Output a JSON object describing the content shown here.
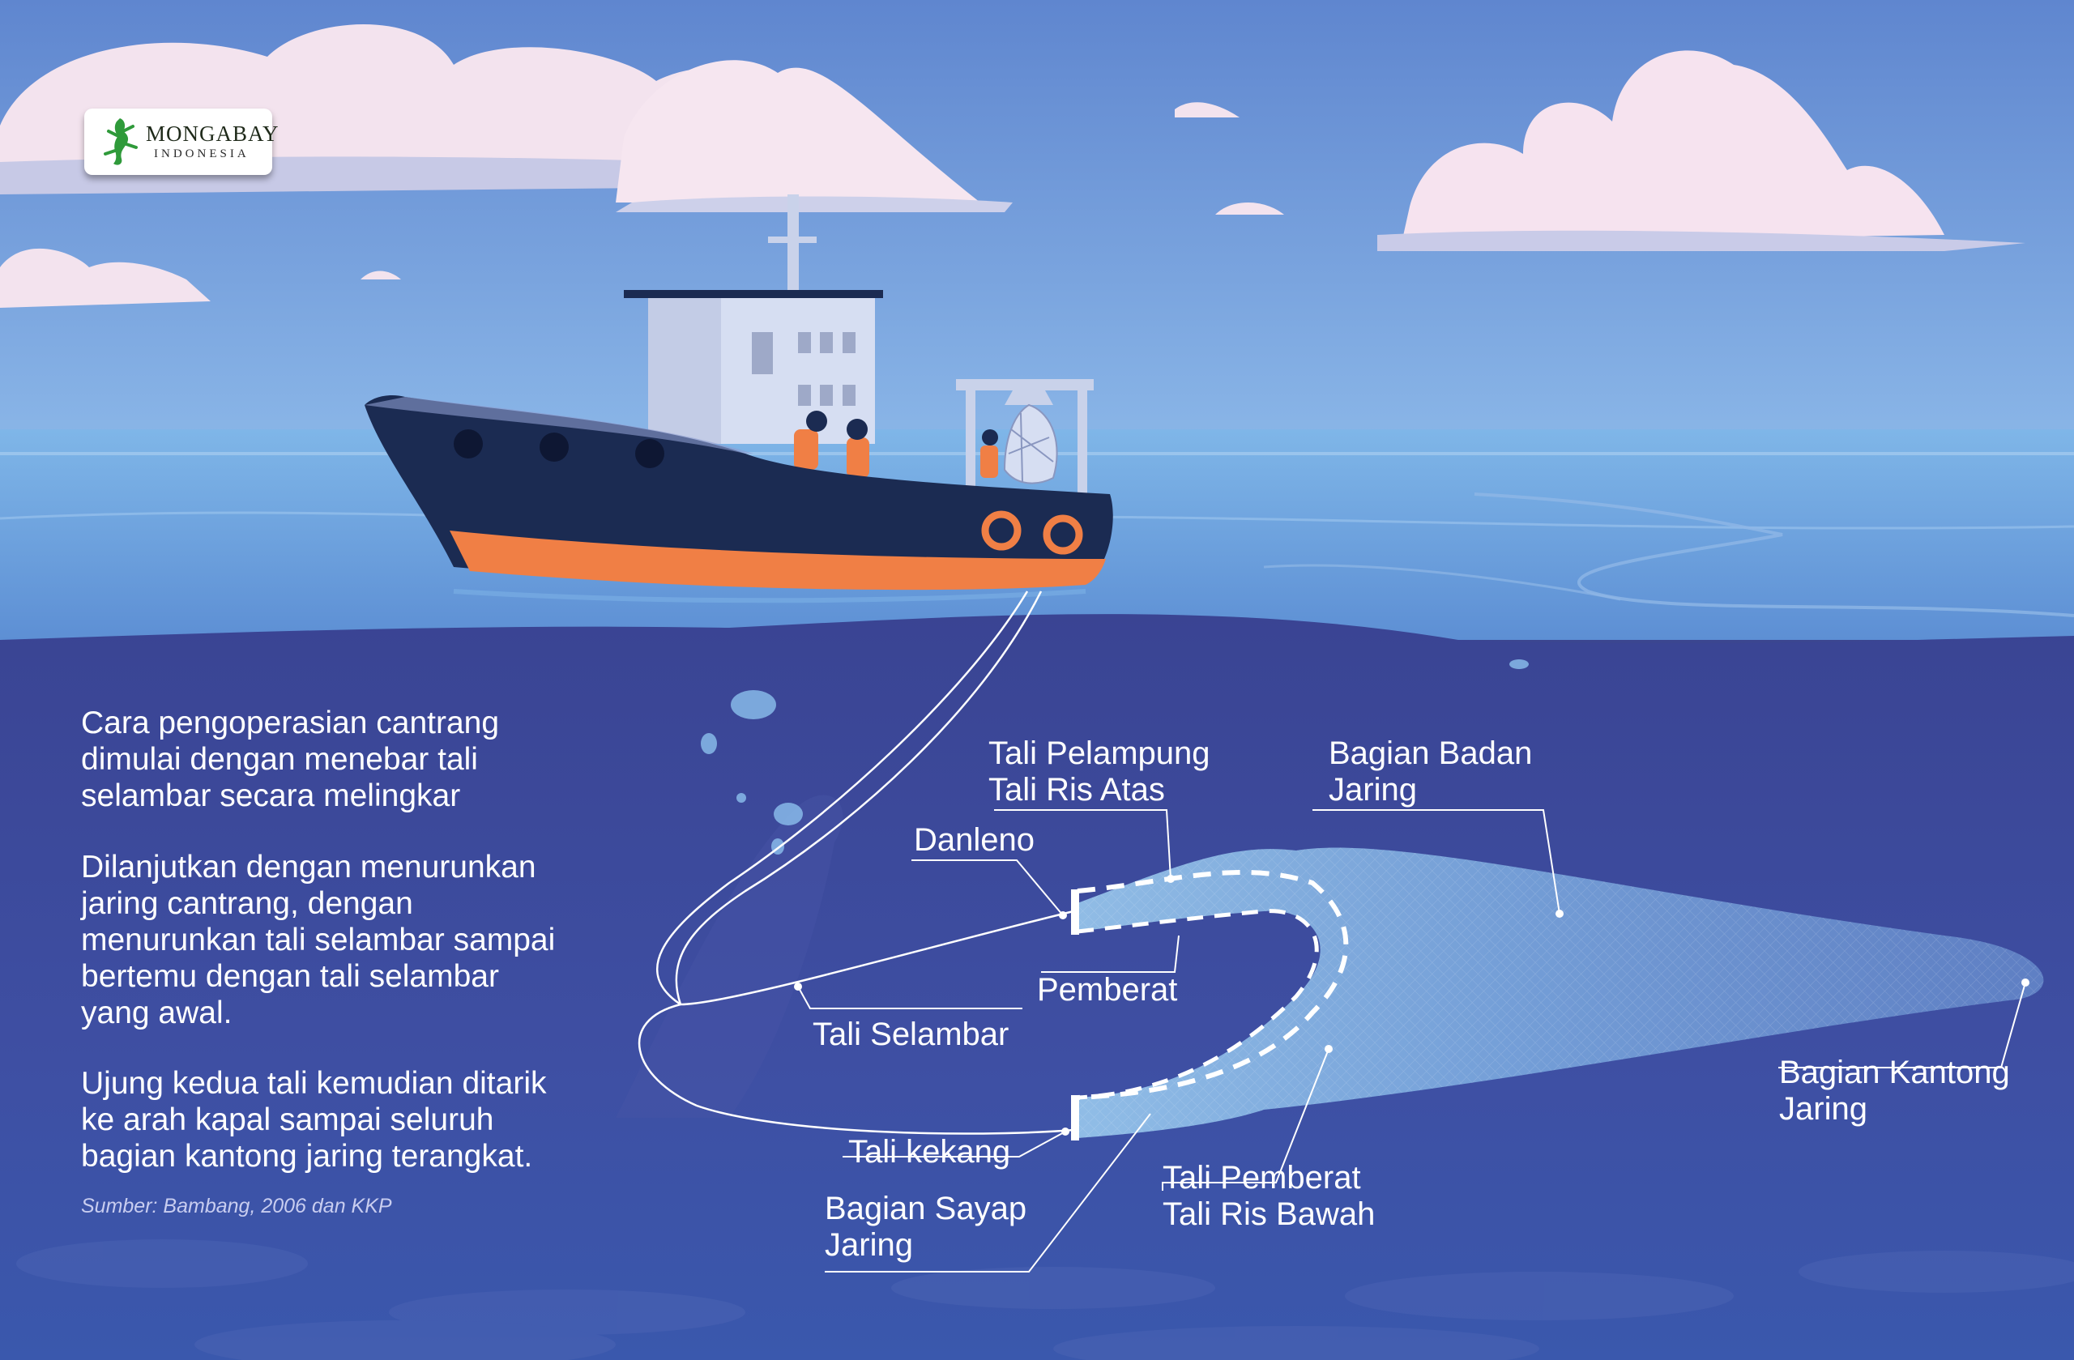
{
  "logo": {
    "brand": "MONGABAY",
    "sub": "INDONESIA"
  },
  "info": {
    "p1": [
      "Cara pengoperasian cantrang",
      "dimulai dengan menebar tali",
      "selambar secara melingkar"
    ],
    "p2": [
      "Dilanjutkan dengan menurunkan",
      "jaring cantrang, dengan",
      "menurunkan tali selambar sampai",
      "bertemu dengan tali selambar",
      "yang awal."
    ],
    "p3": [
      "Ujung kedua tali kemudian ditarik",
      "ke arah kapal sampai seluruh",
      "bagian kantong jaring terangkat."
    ],
    "source": "Sumber: Bambang, 2006 dan KKP"
  },
  "labels": {
    "tali_pelampung": [
      "Tali Pelampung",
      "Tali Ris Atas"
    ],
    "bagian_badan": [
      "Bagian Badan",
      "Jaring"
    ],
    "danleno": "Danleno",
    "pemberat": "Pemberat",
    "tali_selambar": "Tali Selambar",
    "bagian_kantong": [
      "Bagian Kantong",
      "Jaring"
    ],
    "tali_kekang": "Tali kekang",
    "tali_pemberat": [
      "Tali Pemberat",
      "Tali Ris Bawah"
    ],
    "bagian_sayap": [
      "Bagian Sayap",
      "Jaring"
    ]
  },
  "colors": {
    "sky": "#6f9ad8",
    "sea_surface": "#6ea6df",
    "deep_water": "#3d4795",
    "hull": "#1b2b52",
    "hull_stripe": "#f07f45",
    "cabin": "#d6def2",
    "net": "#8cc3ee",
    "line": "#ffffff",
    "logo_gecko": "#2f9a3a"
  }
}
